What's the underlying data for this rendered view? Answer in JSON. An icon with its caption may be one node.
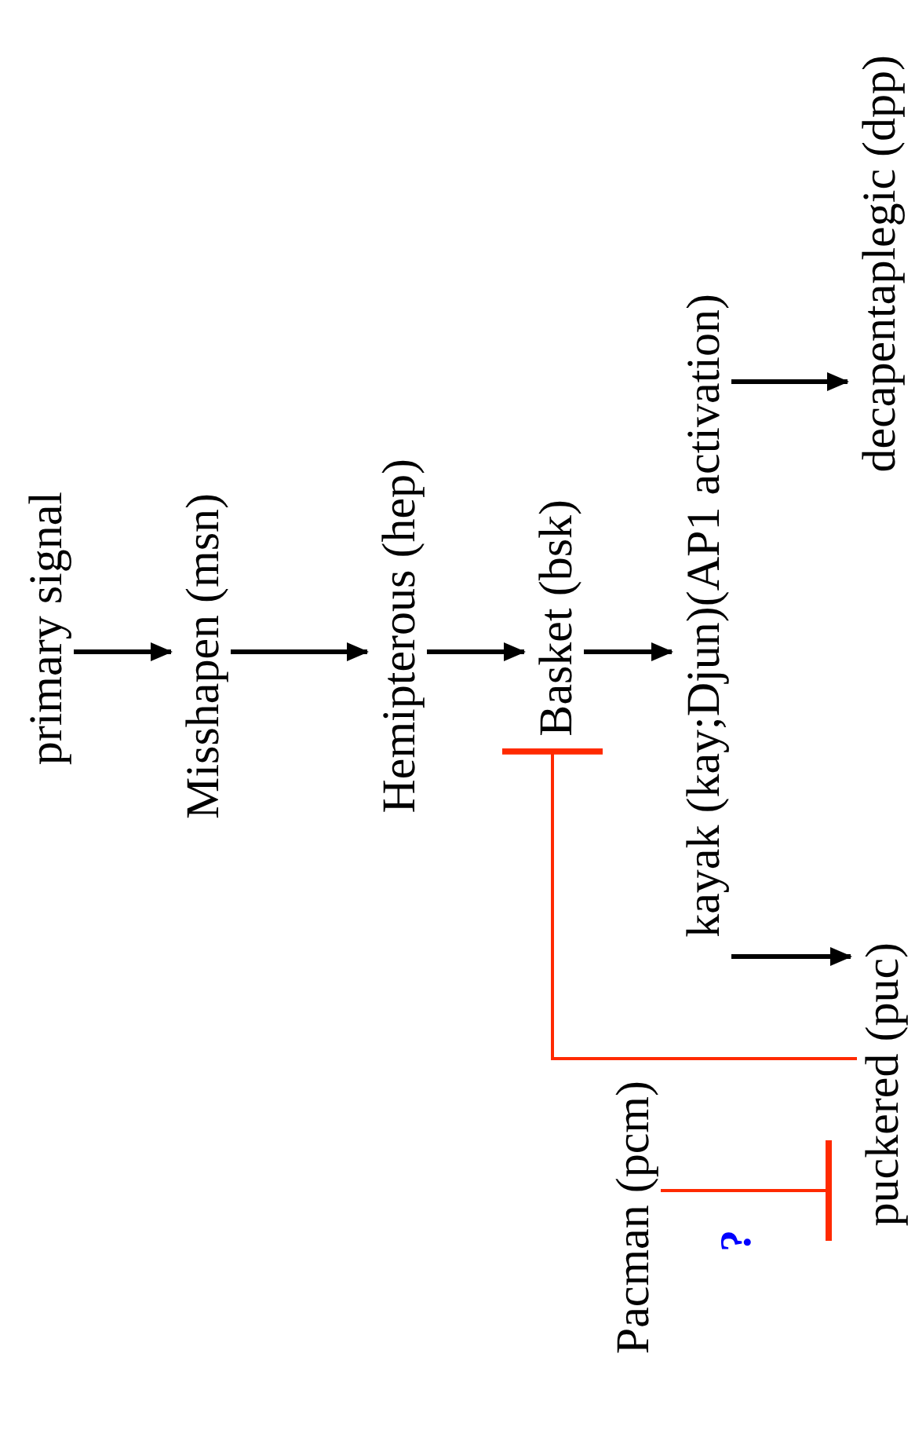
{
  "diagram": {
    "nodes": [
      {
        "text": [
          "primary signal"
        ]
      },
      {
        "text": [
          "Misshapen (msn)"
        ]
      },
      {
        "text": [
          "Hemipterous (hep)"
        ]
      },
      {
        "text": [
          "Basket (bsk)"
        ]
      },
      {
        "text": [
          "kayak (kay;Djun)(AP1 activation)"
        ]
      },
      {
        "text": [
          "decapentaplegic (dpp)"
        ]
      },
      {
        "text": [
          "puckered (puc)"
        ]
      },
      {
        "text": [
          "Pacman (pcm)"
        ]
      }
    ],
    "edges": [
      {
        "from": 0,
        "to": 1,
        "arrow": "to"
      },
      {
        "from": 1,
        "to": 2,
        "arrow": "to"
      },
      {
        "from": 2,
        "to": 3,
        "arrow": "to"
      },
      {
        "from": 3,
        "to": 4,
        "arrow": "to"
      },
      {
        "from": 4,
        "to": 5,
        "arrow": "to"
      },
      {
        "from": 4,
        "to": 6,
        "arrow": "to"
      },
      {
        "from": 6,
        "to": 3,
        "arrow": "other",
        "color": "#ff2a00"
      },
      {
        "from": 7,
        "to": 6,
        "arrow": "other",
        "color": "#ff2a00"
      }
    ],
    "labels": [
      "?"
    ]
  }
}
